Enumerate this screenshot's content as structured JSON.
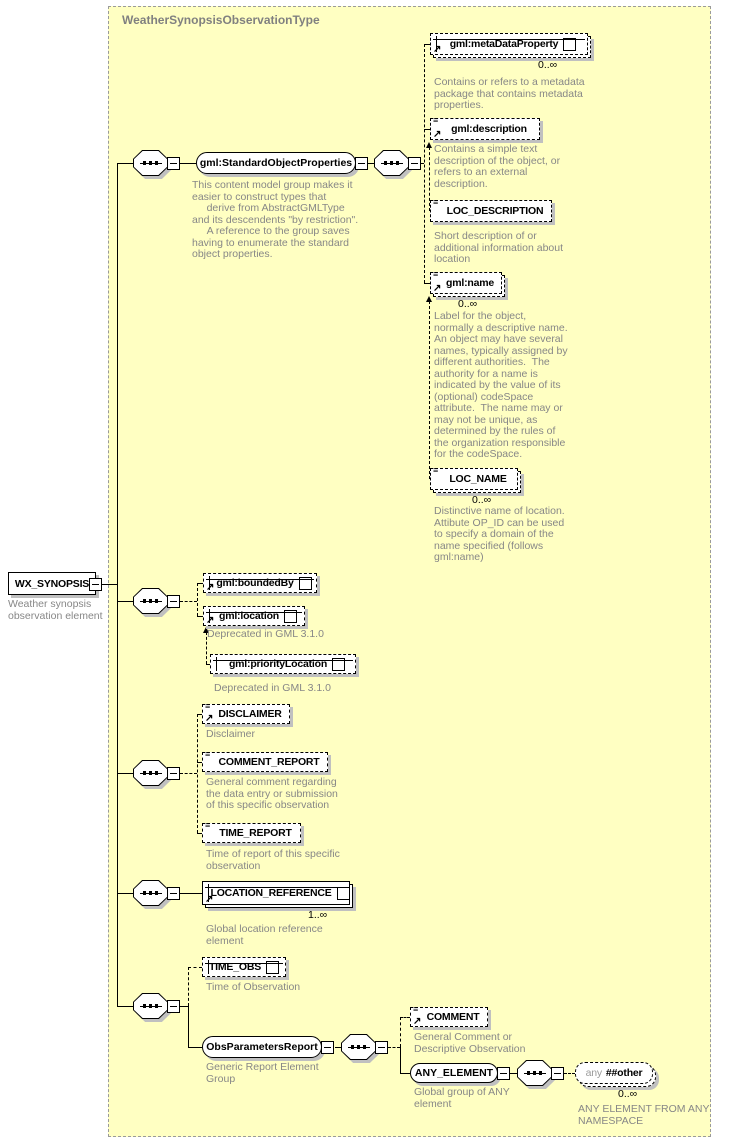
{
  "window": {
    "title": "WeatherSynopsisObservationType"
  },
  "colors": {
    "container_bg": "#FFFFC2",
    "shadow": "#c0c0c0",
    "annotation_text": "#878787",
    "container_border": "#9a9a9a"
  },
  "icons": {
    "reference": "↗",
    "text_content": "≡"
  },
  "nodes": {
    "wxSynopsis": {
      "label": "WX_SYNOPSIS",
      "annotation": "Weather synopsis\nobservation element"
    },
    "standardObjectProperties": {
      "label": "gml:StandardObjectProperties",
      "annotation": "This content model group makes it\neasier to construct types that\n     derive from AbstractGMLType\nand its descendents \"by restriction\".\n     A reference to the group saves\nhaving to enumerate the standard\nobject properties."
    },
    "metaDataProperty": {
      "label": "gml:metaDataProperty",
      "occurs": "0..∞",
      "annotation": "Contains or refers to a metadata\npackage that contains metadata\nproperties."
    },
    "description": {
      "label": "gml:description",
      "annotation": "Contains a simple text\ndescription of the object, or\nrefers to an external\ndescription."
    },
    "locDescription": {
      "label": "LOC_DESCRIPTION",
      "annotation": "Short description of or\nadditional information about\nlocation"
    },
    "name": {
      "label": "gml:name",
      "occurs": "0..∞",
      "annotation": "Label for the object,\nnormally a descriptive name.\nAn object may have several\nnames, typically assigned by\ndifferent authorities.  The\nauthority for a name is\nindicated by the value of its\n(optional) codeSpace\nattribute.  The name may or\nmay not be unique, as\ndetermined by the rules of\nthe organization responsible\nfor the codeSpace."
    },
    "locName": {
      "label": "LOC_NAME",
      "occurs": "0..∞",
      "annotation": "Distinctive name of location.\nAttibute OP_ID can be used\nto specify a domain of the\nname specified (follows\ngml:name)"
    },
    "boundedBy": {
      "label": "gml:boundedBy"
    },
    "location": {
      "label": "gml:location",
      "annotation": "Deprecated in GML 3.1.0"
    },
    "priorityLocation": {
      "label": "gml:priorityLocation",
      "annotation": "Deprecated in GML 3.1.0"
    },
    "disclaimer": {
      "label": "DISCLAIMER",
      "annotation": "Disclaimer"
    },
    "commentReport": {
      "label": "COMMENT_REPORT",
      "annotation": "General comment regarding\nthe data entry or submission\nof this specific observation"
    },
    "timeReport": {
      "label": "TIME_REPORT",
      "annotation": "Time of report of this specific\nobservation"
    },
    "locationReference": {
      "label": "LOCATION_REFERENCE",
      "occurs": "1..∞",
      "annotation": "Global location reference\nelement"
    },
    "timeObs": {
      "label": "TIME_OBS",
      "annotation": "Time of Observation"
    },
    "obsParametersReport": {
      "label": "ObsParametersReport",
      "annotation": "Generic Report Element\nGroup"
    },
    "comment": {
      "label": "COMMENT",
      "annotation": "General Comment or\nDescriptive Observation"
    },
    "anyElement": {
      "label": "ANY_ELEMENT",
      "annotation": "Global group of ANY\nelement"
    },
    "anyOther": {
      "prefix": "any",
      "label": "##other",
      "occurs": "0..∞",
      "annotation": "ANY ELEMENT FROM ANY\nNAMESPACE"
    }
  }
}
